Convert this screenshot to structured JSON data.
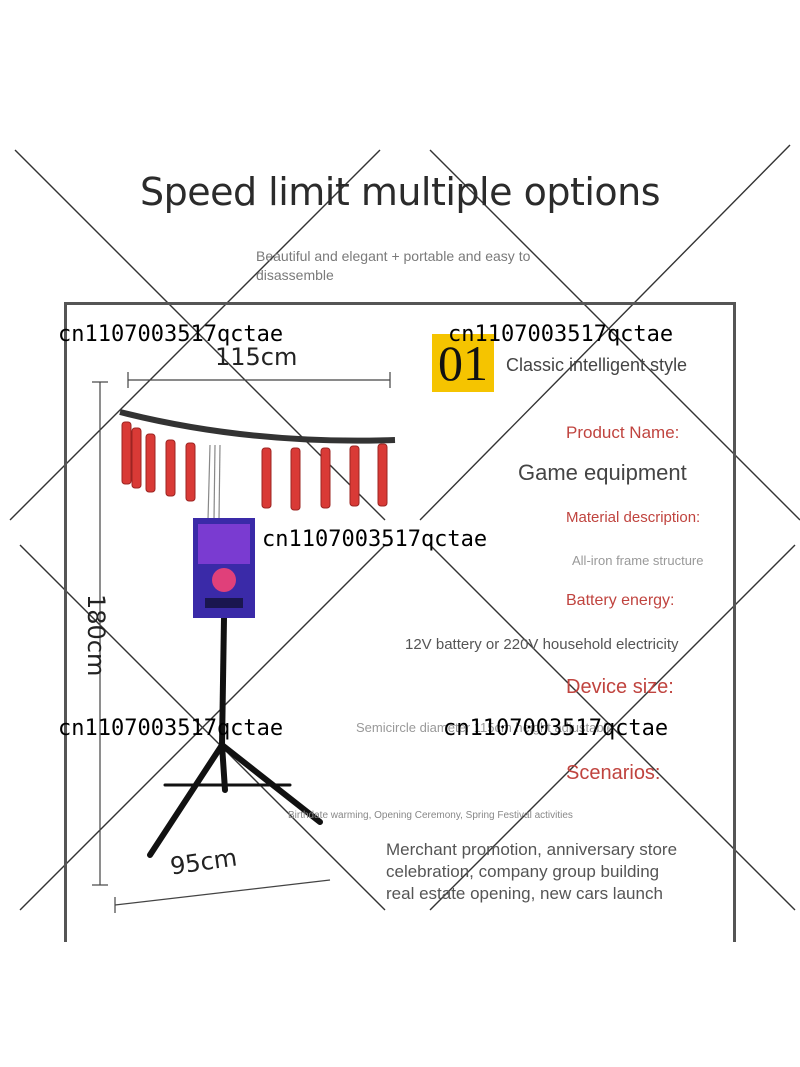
{
  "headline": "Speed limit multiple options",
  "subline": "Beautiful and elegant + portable and easy to disassemble",
  "badge": "01",
  "style_name": "Classic intelligent style",
  "specs": {
    "product_name_label": "Product Name:",
    "product_name_value": "Game equipment",
    "material_label": "Material description:",
    "material_value": "All-iron frame structure",
    "battery_label": "Battery energy:",
    "battery_value": "12V battery or 220V household electricity",
    "device_size_label": "Device size:",
    "device_size_value": "Semicircle diameter 115cm height adjustable",
    "scenarios_label": "Scenarios:",
    "scenarios_small": "Birthdate warming, Opening Ceremony, Spring Festival activities",
    "scenarios_lines": [
      "Merchant promotion, anniversary store",
      "celebration, company group building",
      "real estate opening, new cars launch"
    ]
  },
  "dimensions": {
    "width": "115cm",
    "height": "180cm",
    "base": "95cm"
  },
  "watermark": "cn1107003517qctae",
  "colors": {
    "badge": "#f5c400",
    "label": "#c0443f",
    "tube": "#d93a36"
  }
}
